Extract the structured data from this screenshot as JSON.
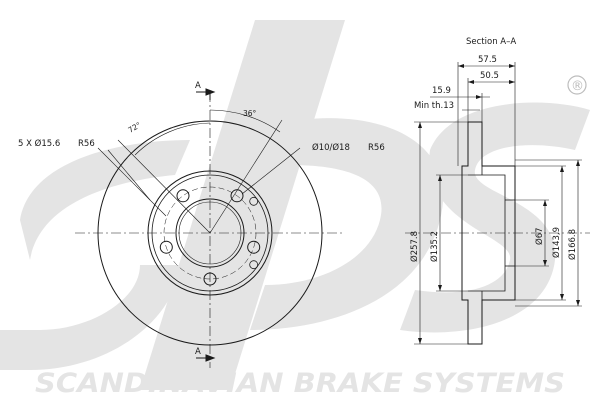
{
  "brand": {
    "logo_text": "sbs",
    "registered_mark": "®",
    "footer_text": "SCANDINAVIAN BRAKE SYSTEMS"
  },
  "front_view": {
    "section_marker_top": "A",
    "section_marker_bottom": "A",
    "label_holes": "5 X Ø15.6",
    "label_r56_left": "R56",
    "label_angle_72": "72°",
    "label_angle_36": "36°",
    "label_hole_10_18": "Ø10/Ø18",
    "label_r56_right": "R56"
  },
  "section_view": {
    "title": "Section A–A",
    "dim_57_5": "57.5",
    "dim_50_5": "50.5",
    "dim_15_9": "15.9",
    "min_thickness": "Min th.13",
    "dia_257_8": "Ø257.8",
    "dia_135_2": "Ø135.2",
    "dia_67": "Ø67",
    "dia_143_9": "Ø143,9",
    "dia_166_8": "Ø166.8"
  },
  "colors": {
    "line": "#1a1a1a",
    "watermark": "#e3e3e3"
  }
}
